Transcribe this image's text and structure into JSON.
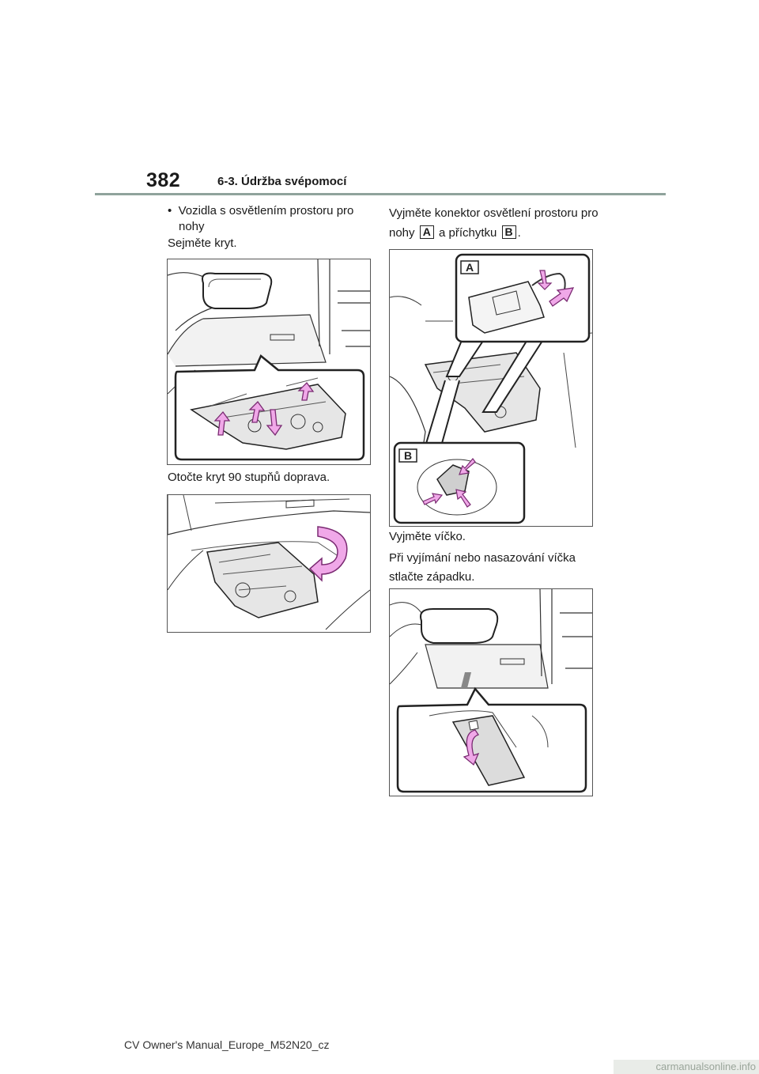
{
  "header": {
    "page_number": "382",
    "section_title": "6-3. Údržba svépomocí"
  },
  "left_column": {
    "bullet_text": "Vozidla s osvětlením prostoru pro nohy",
    "step1_text": "Sejměte kryt.",
    "step2_text": "Otočte kryt 90 stupňů doprava."
  },
  "right_column": {
    "step3_text_part1": "Vyjměte konektor osvětlení prostoru pro nohy",
    "label_a": "A",
    "step3_text_part2": "a příchytku",
    "label_b": "B",
    "step3_text_end": ".",
    "step4_text": "Vyjměte víčko.",
    "step5_text": "Při vyjímání nebo nasazování víčka stlačte západku.",
    "figure_label_a": "A",
    "figure_label_b": "B"
  },
  "footer": {
    "manual_name": "CV Owner's Manual_Europe_M52N20_cz"
  },
  "watermark": {
    "text": "carmanualsonline.info"
  },
  "colors": {
    "arrow_fill": "#f0a8e8",
    "arrow_stroke": "#7a2a72",
    "header_rule": "#8fa39c"
  }
}
